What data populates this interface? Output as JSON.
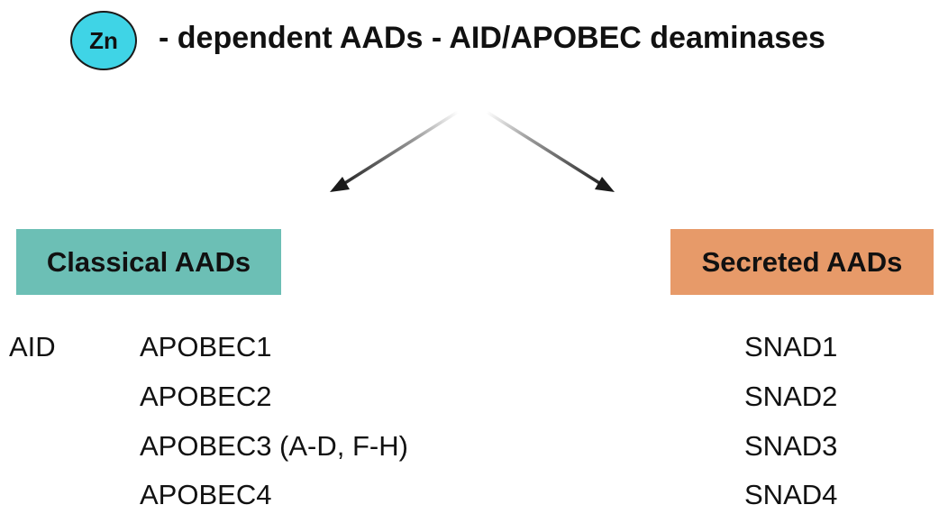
{
  "header": {
    "badge": "Zn",
    "title": "- dependent AADs - AID/APOBEC deaminases"
  },
  "colors": {
    "badge": "#3fd4e6",
    "classical": "#6cbfb5",
    "secreted": "#e79a69"
  },
  "categories": {
    "classical": {
      "label": "Classical AADs",
      "standalone": "AID",
      "members": [
        "APOBEC1",
        "APOBEC2",
        "APOBEC3 (A-D, F-H)",
        "APOBEC4"
      ]
    },
    "secreted": {
      "label": "Secreted AADs",
      "members": [
        "SNAD1",
        "SNAD2",
        "SNAD3",
        "SNAD4"
      ]
    }
  }
}
